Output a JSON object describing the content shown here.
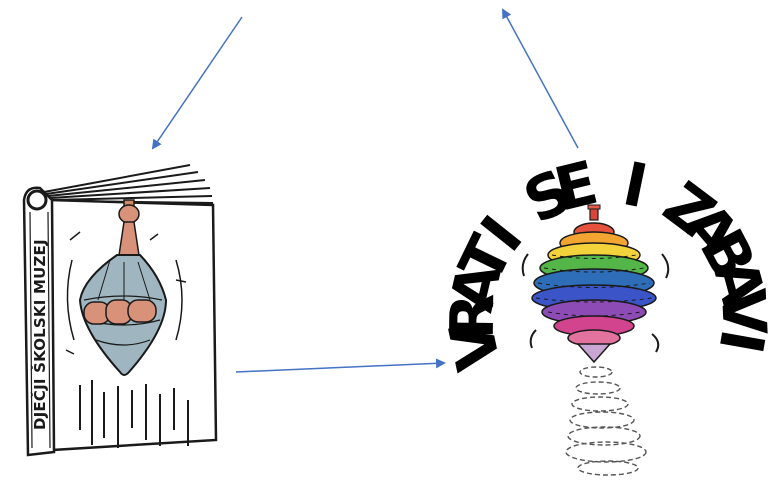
{
  "book": {
    "spine_title": "DJEČJI ŠKOLSKI MUZEJ",
    "icon": "spinning-top-icon"
  },
  "slogan": {
    "letters": [
      "V",
      "R",
      "A",
      "T",
      "I",
      " ",
      "S",
      "E",
      " ",
      "I",
      " ",
      "Z",
      "A",
      "B",
      "A",
      "V",
      "I"
    ],
    "icon": "spinning-top-icon"
  },
  "colors": {
    "arrow": "#4472c4",
    "ink": "#000000",
    "top_body": "#9fb5bf"
  }
}
